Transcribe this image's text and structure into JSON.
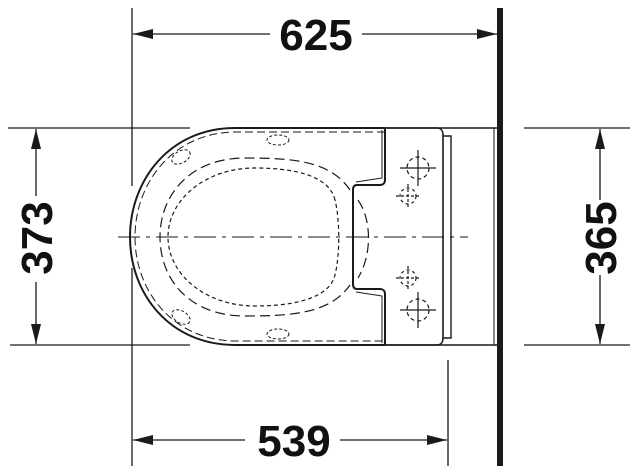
{
  "drawing": {
    "type": "technical-drawing",
    "subject": "wall-hung toilet top view",
    "units": "mm",
    "colors": {
      "line": "#1a1a1a",
      "background": "#ffffff"
    }
  },
  "dimensions": {
    "overall_length": {
      "label": "625",
      "orientation": "horizontal",
      "position": "top"
    },
    "bowl_length": {
      "label": "539",
      "orientation": "horizontal",
      "position": "bottom"
    },
    "overall_width": {
      "label": "373",
      "orientation": "vertical",
      "position": "left"
    },
    "back_width": {
      "label": "365",
      "orientation": "vertical",
      "position": "right"
    }
  }
}
